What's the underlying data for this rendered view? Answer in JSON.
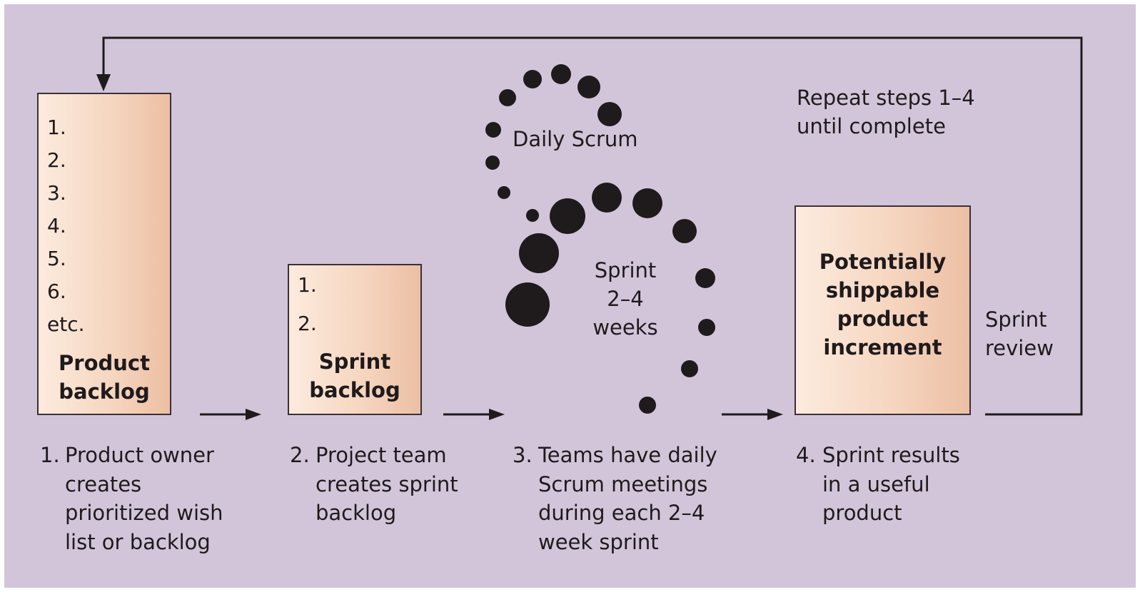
{
  "product_backlog": {
    "items": [
      "1.",
      "2.",
      "3.",
      "4.",
      "5.",
      "6.",
      "etc."
    ],
    "title": [
      "Product",
      "backlog"
    ]
  },
  "sprint_backlog": {
    "items": [
      "1.",
      "2."
    ],
    "title": [
      "Sprint",
      "backlog"
    ]
  },
  "daily_scrum": "Daily Scrum",
  "sprint_duration": [
    "Sprint",
    "2–4",
    "weeks"
  ],
  "increment": [
    "Potentially",
    "shippable",
    "product",
    "increment"
  ],
  "sprint_review": [
    "Sprint",
    "review"
  ],
  "repeat": [
    "Repeat steps 1–4",
    "until complete"
  ],
  "steps": [
    {
      "num": "1.",
      "lines": [
        "Product owner",
        "creates",
        "prioritized wish",
        "list or backlog"
      ]
    },
    {
      "num": "2.",
      "lines": [
        "Project team",
        "creates sprint",
        "backlog"
      ]
    },
    {
      "num": "3.",
      "lines": [
        "Teams have daily",
        "Scrum meetings",
        "during each 2–4",
        "week sprint"
      ]
    },
    {
      "num": "4.",
      "lines": [
        "Sprint results",
        "in a useful",
        "product"
      ]
    }
  ]
}
